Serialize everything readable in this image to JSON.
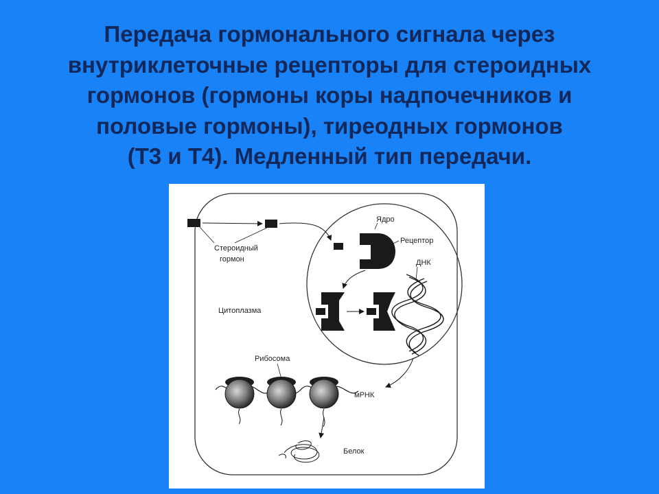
{
  "title": {
    "lines": [
      "Передача гормонального сигнала через",
      "внутриклеточные рецепторы для стероидных",
      "гормонов (гормоны коры надпочечников и",
      "половые гормоны), тиреодных гормонов",
      "(Т3 и Т4). Медленный тип передачи."
    ]
  },
  "diagram": {
    "labels": {
      "nucleus": "Ядро",
      "receptor": "Рецептор",
      "dna": "ДНК",
      "steroid_hormone_line1": "Стероидный",
      "steroid_hormone_line2": "гормон",
      "cytoplasm": "Цитоплазма",
      "ribosome": "Рибосома",
      "mrna": "мРНК",
      "protein": "Белок"
    }
  },
  "colors": {
    "background": "#1a82f7",
    "title_text": "#12285a",
    "panel": "#ffffff",
    "ink": "#1a1a1a"
  }
}
